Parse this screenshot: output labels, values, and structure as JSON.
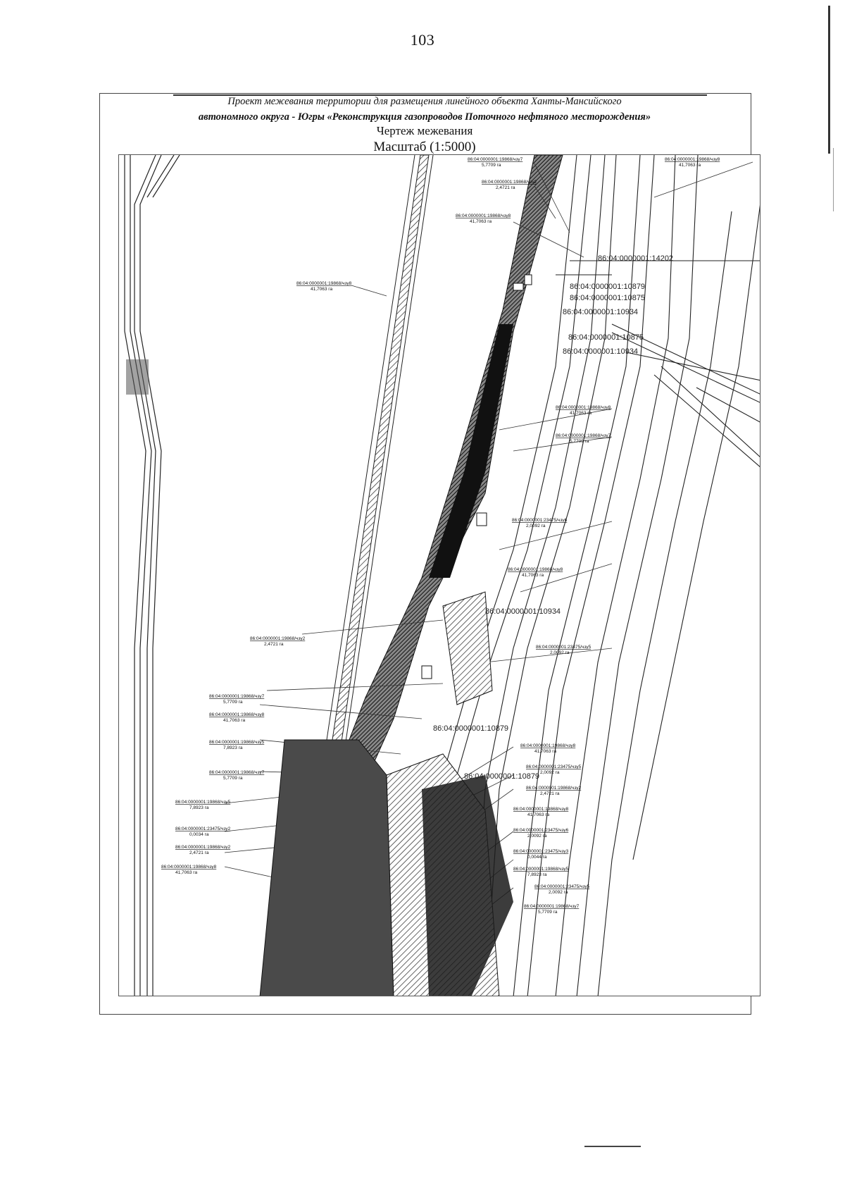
{
  "page_number": "103",
  "header": {
    "line1": "Проект межевания территории для размещения линейного объекта Ханты-Мансийского",
    "line2": "автономного округа - Югры «Реконструкция газопроводов Поточного нефтяного месторождения»",
    "drawing_title": "Чертеж межевания",
    "scale": "Масштаб (1:5000)"
  },
  "map": {
    "hatch_color": "#1a1a1a",
    "cadastral_large": [
      "86:04:0000001:14202",
      "86:04:0000001:10879",
      "86:04:0000001:10875",
      "86:04:0000001:10934",
      "86:04:0000001:10875",
      "86:04:0000001:10934",
      "86:04:0000001:10934",
      "86:04:0000001:10879",
      "86:04:0000001:10879"
    ],
    "labels": [
      {
        "id": "86:04:0000001:19868/чзу7",
        "area": "5,7709 га"
      },
      {
        "id": "86:04:0000001:19868/чзу2",
        "area": "2,4721 га"
      },
      {
        "id": "86:04:0000001:19868/чзу8",
        "area": "41,7063 га"
      },
      {
        "id": "86:04:0000001:19868/чзу8",
        "area": "41,7063 га"
      },
      {
        "id": "86:04:0000001:19868/чзу8",
        "area": "41,7063 га"
      },
      {
        "id": "86:04:0000001:19868/чзу8",
        "area": "41,7063 га"
      },
      {
        "id": "86:04:0000001:19868/чзу7",
        "area": "5,7709 га"
      },
      {
        "id": "86:04:0000001:23475/чзу6",
        "area": "2,0092 га"
      },
      {
        "id": "86:04:0000001:19868/чзу8",
        "area": "41,7063 га"
      },
      {
        "id": "86:04:0000001:19868/чзу2",
        "area": "2,4721 га"
      },
      {
        "id": "86:04:0000001:23475/чзу5",
        "area": "2,0092 га"
      },
      {
        "id": "86:04:0000001:19868/чзу7",
        "area": "5,7709 га"
      },
      {
        "id": "86:04:0000001:19868/чзу8",
        "area": "41,7063 га"
      },
      {
        "id": "86:04:0000001:19868/чзу5",
        "area": "7,8923 га"
      },
      {
        "id": "86:04:0000001:19868/чзу7",
        "area": "5,7709 га"
      },
      {
        "id": "86:04:0000001:19868/чзу5",
        "area": "7,8923 га"
      },
      {
        "id": "86:04:0000001:23475/чзу2",
        "area": "0,0034 га"
      },
      {
        "id": "86:04:0000001:19868/чзу2",
        "area": "2,4721 га"
      },
      {
        "id": "86:04:0000001:19868/чзу8",
        "area": "41,7063 га"
      },
      {
        "id": "86:04:0000001:19868/чзу8",
        "area": "41,7063 га"
      },
      {
        "id": "86:04:0000001:23475/чзу5",
        "area": "2,0092 га"
      },
      {
        "id": "86:04:0000001:19868/чзу2",
        "area": "2,4721 га"
      },
      {
        "id": "86:04:0000001:19868/чзу8",
        "area": "41,7063 га"
      },
      {
        "id": "86:04:0000001:23475/чзу6",
        "area": "2,0092 га"
      },
      {
        "id": "86:04:0000001:23475/чзу3",
        "area": "0,0044 га"
      },
      {
        "id": "86:04:0000001:19868/чзу5",
        "area": "7,8923 га"
      },
      {
        "id": "86:04:0000001:23475/чзу5",
        "area": "2,0092 га"
      },
      {
        "id": "86:04:0000001:19868/чзу7",
        "area": "5,7709 га"
      }
    ]
  }
}
